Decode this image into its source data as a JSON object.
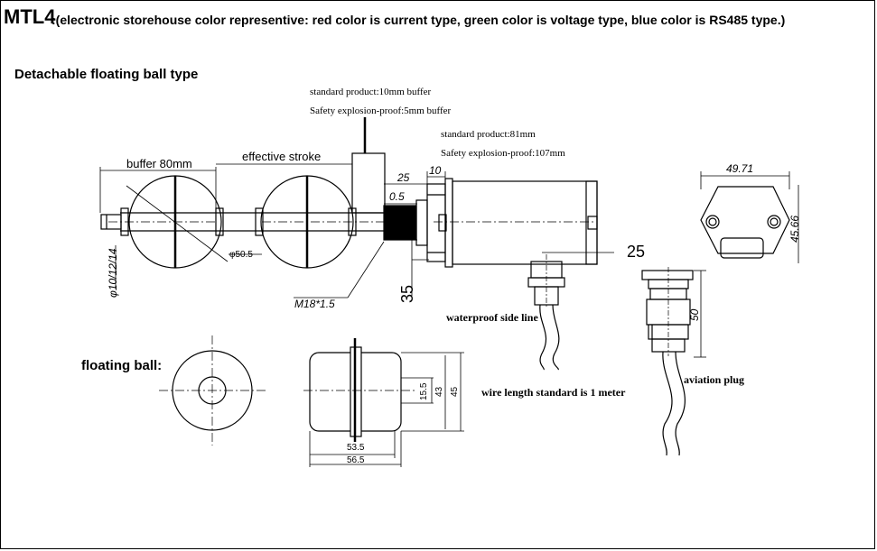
{
  "header": {
    "model": "MTL4",
    "description": ":(electronic storehouse color representive: red color is current type, green color is voltage type, blue color is RS485 type.)"
  },
  "sections": {
    "main_title": "Detachable floating ball type",
    "floating_ball_title": "floating ball:"
  },
  "notes": {
    "buffer_standard": "standard product:10mm buffer",
    "buffer_explosion": "Safety explosion-proof:5mm buffer",
    "length_standard": "standard product:81mm",
    "length_explosion": "Safety explosion-proof:107mm",
    "waterproof": "waterproof side line",
    "wire_length": "wire length standard is 1 meter",
    "aviation_plug": "aviation plug"
  },
  "dimensions": {
    "buffer": "buffer 80mm",
    "effective_stroke": "effective stroke",
    "d25_top": "25",
    "d10_top": "10",
    "d0_5": "0.5",
    "phi50_5": "φ50.5",
    "phi_rod": "φ10/12/14",
    "thread": "M18*1.5",
    "d35": "35",
    "d25_side": "25",
    "d49_71": "49.71",
    "d45_66": "45.66",
    "d50": "50",
    "d15_5": "15.5",
    "d43": "43",
    "d45": "45",
    "d53_5": "53.5",
    "d56_5": "56.5"
  },
  "colors": {
    "line": "#000000",
    "background": "#ffffff"
  }
}
